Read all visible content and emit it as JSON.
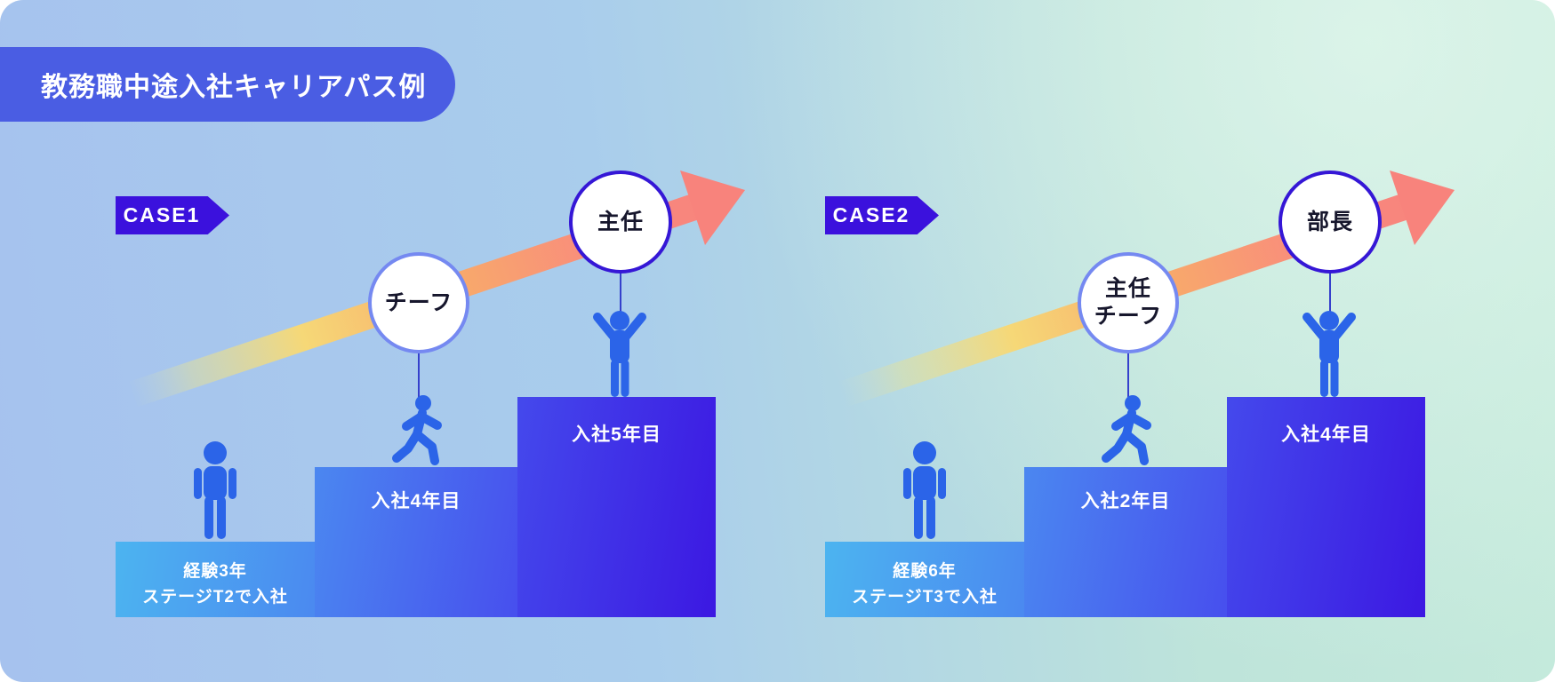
{
  "title_banner": "教務職中途入社キャリアパス例",
  "colors": {
    "background_start": "#a6c2ee",
    "background_end": "#c6ebdc",
    "banner": "#4a5de3",
    "badge": "#3b11dd",
    "stair_light": "#4cb4f0",
    "stair_dark": "#3c18e2",
    "person_blue": "#2b64e8",
    "arrow_yellow": "#f6d877",
    "arrow_orange": "#f8ab6a",
    "arrow_red": "#f8837c",
    "circle_border_light": "#7589f1",
    "circle_border_dark": "#3517d6"
  },
  "icons": [
    "standing-person-icon",
    "walking-person-icon",
    "raised-arms-person-icon",
    "growth-arrow-icon"
  ],
  "cases": [
    {
      "badge_label": "CASE1",
      "steps": [
        {
          "line1": "経験3年",
          "line2": "ステージT2で入社"
        },
        {
          "label": "入社4年目"
        },
        {
          "label": "入社5年目"
        }
      ],
      "roles": [
        {
          "lines": [
            "チーフ"
          ]
        },
        {
          "lines": [
            "主任"
          ]
        }
      ]
    },
    {
      "badge_label": "CASE2",
      "steps": [
        {
          "line1": "経験6年",
          "line2": "ステージT3で入社"
        },
        {
          "label": "入社2年目"
        },
        {
          "label": "入社4年目"
        }
      ],
      "roles": [
        {
          "lines": [
            "主任",
            "チーフ"
          ]
        },
        {
          "lines": [
            "部長"
          ]
        }
      ]
    }
  ]
}
